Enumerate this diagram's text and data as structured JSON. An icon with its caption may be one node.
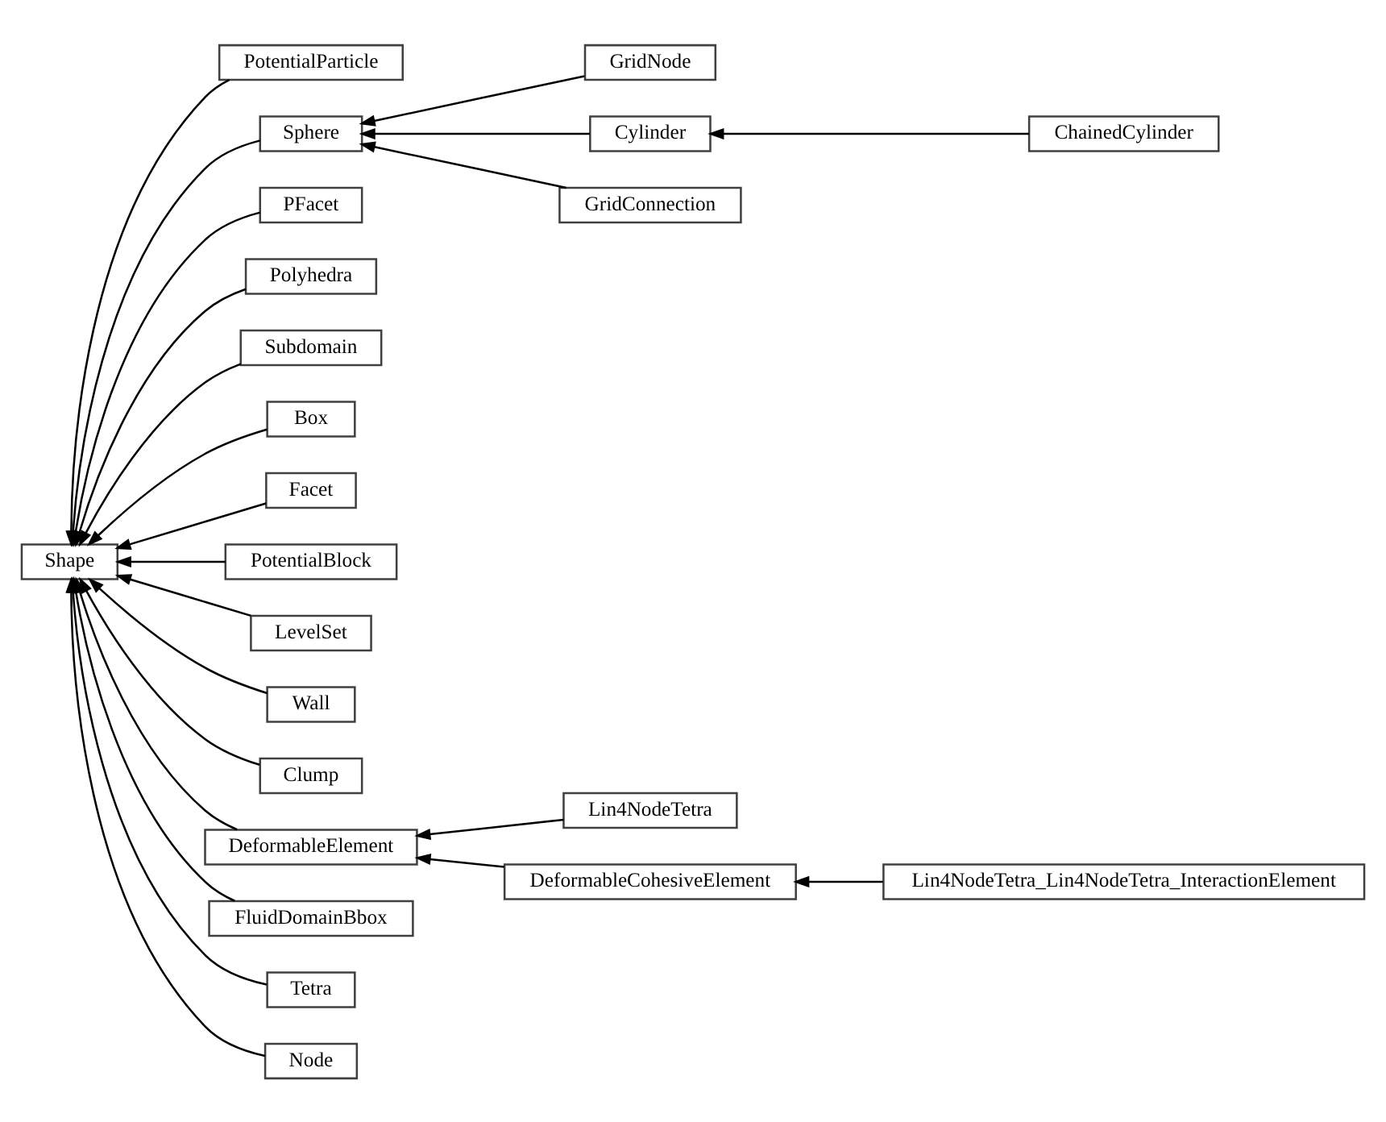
{
  "diagram": {
    "nodes": [
      {
        "text": [
          "Shape"
        ]
      },
      {
        "text": [
          "PotentialParticle"
        ]
      },
      {
        "text": [
          "Sphere"
        ]
      },
      {
        "text": [
          "GridNode"
        ]
      },
      {
        "text": [
          "Cylinder"
        ]
      },
      {
        "text": [
          "ChainedCylinder"
        ]
      },
      {
        "text": [
          "GridConnection"
        ]
      },
      {
        "text": [
          "PFacet"
        ]
      },
      {
        "text": [
          "Polyhedra"
        ]
      },
      {
        "text": [
          "Subdomain"
        ]
      },
      {
        "text": [
          "Box"
        ]
      },
      {
        "text": [
          "Facet"
        ]
      },
      {
        "text": [
          "PotentialBlock"
        ]
      },
      {
        "text": [
          "LevelSet"
        ]
      },
      {
        "text": [
          "Wall"
        ]
      },
      {
        "text": [
          "Clump"
        ]
      },
      {
        "text": [
          "DeformableElement"
        ]
      },
      {
        "text": [
          "Lin4NodeTetra"
        ]
      },
      {
        "text": [
          "DeformableCohesiveElement"
        ]
      },
      {
        "text": [
          "Lin4NodeTetra_Lin4NodeTetra_InteractionElement"
        ]
      },
      {
        "text": [
          "FluidDomainBbox"
        ]
      },
      {
        "text": [
          "Tetra"
        ]
      },
      {
        "text": [
          "Node"
        ]
      }
    ],
    "edges": [
      {
        "from": 1,
        "to": 0,
        "arrow": "to"
      },
      {
        "from": 2,
        "to": 0,
        "arrow": "to"
      },
      {
        "from": 3,
        "to": 2,
        "arrow": "to"
      },
      {
        "from": 4,
        "to": 2,
        "arrow": "to"
      },
      {
        "from": 5,
        "to": 4,
        "arrow": "to"
      },
      {
        "from": 6,
        "to": 2,
        "arrow": "to"
      },
      {
        "from": 7,
        "to": 0,
        "arrow": "to"
      },
      {
        "from": 8,
        "to": 0,
        "arrow": "to"
      },
      {
        "from": 9,
        "to": 0,
        "arrow": "to"
      },
      {
        "from": 10,
        "to": 0,
        "arrow": "to"
      },
      {
        "from": 11,
        "to": 0,
        "arrow": "to"
      },
      {
        "from": 12,
        "to": 0,
        "arrow": "to"
      },
      {
        "from": 13,
        "to": 0,
        "arrow": "to"
      },
      {
        "from": 14,
        "to": 0,
        "arrow": "to"
      },
      {
        "from": 15,
        "to": 0,
        "arrow": "to"
      },
      {
        "from": 16,
        "to": 0,
        "arrow": "to"
      },
      {
        "from": 17,
        "to": 16,
        "arrow": "to"
      },
      {
        "from": 18,
        "to": 16,
        "arrow": "to"
      },
      {
        "from": 19,
        "to": 18,
        "arrow": "to"
      },
      {
        "from": 20,
        "to": 0,
        "arrow": "to"
      },
      {
        "from": 21,
        "to": 0,
        "arrow": "to"
      },
      {
        "from": 22,
        "to": 0,
        "arrow": "to"
      }
    ]
  }
}
